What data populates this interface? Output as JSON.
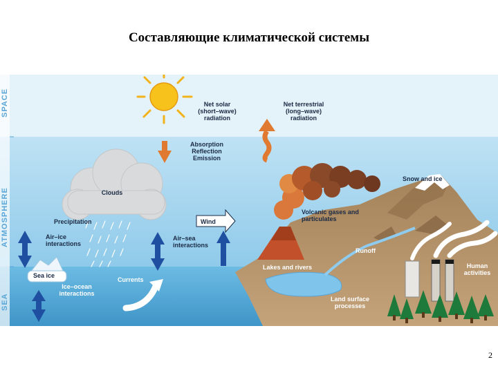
{
  "slide": {
    "title": "Составляющие климатической системы",
    "page_number": "2"
  },
  "zones": {
    "space": "SPACE",
    "atmosphere": "ATMOSPHERE",
    "sea": "SEA"
  },
  "labels": {
    "net_solar": "Net solar (short–wave) radiation",
    "net_terrestrial": "Net terrestrial (long–wave) radiation",
    "absorption": "Absorption Reflection Emission",
    "clouds": "Clouds",
    "precipitation": "Precipitation",
    "air_ice": "Air–ice interactions",
    "air_sea": "Air–sea interactions",
    "wind": "Wind",
    "sea_ice": "Sea ice",
    "ice_ocean": "Ice–ocean interactions",
    "currents": "Currents",
    "volcanic": "Volcanic gases and particulates",
    "snow_ice": "Snow and ice",
    "runoff": "Runoff",
    "lakes_rivers": "Lakes and rivers",
    "land_surface": "Land surface processes",
    "human_activities": "Human activities"
  },
  "colors": {
    "space": "#dff0f8",
    "atmosphere": "#a9d6ee",
    "sea": "#5fb0dc",
    "land": "#b08a5a",
    "arrow_blue": "#1f4fa0",
    "arrow_orange": "#e07a30",
    "volcano_plume": "#8a4a2a",
    "sun": "#f7c21b"
  }
}
